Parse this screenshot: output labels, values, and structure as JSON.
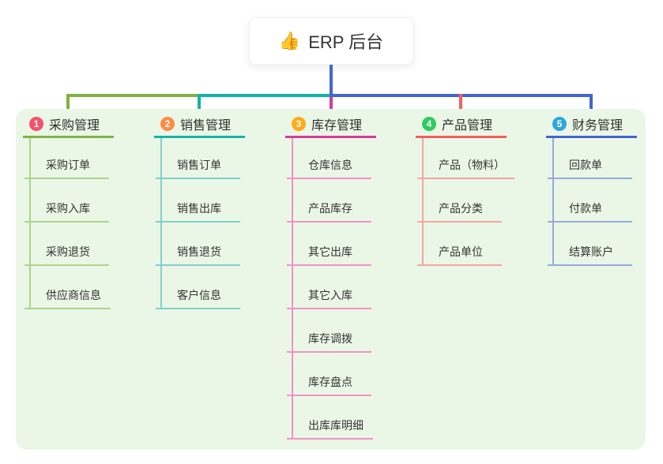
{
  "root": {
    "emoji": "👍",
    "label": "ERP 后台"
  },
  "colors": {
    "trunk": "#4465cf"
  },
  "branches": [
    {
      "num": "1",
      "label": "采购管理",
      "badge_color": "#f4516c",
      "line_color": "#7cb342",
      "light_color": "#abd489",
      "children": [
        "采购订单",
        "采购入库",
        "采购退货",
        "供应商信息"
      ]
    },
    {
      "num": "2",
      "label": "销售管理",
      "badge_color": "#fd8c47",
      "line_color": "#14b3a7",
      "light_color": "#7fd0c9",
      "children": [
        "销售订单",
        "销售出库",
        "销售退货",
        "客户信息"
      ]
    },
    {
      "num": "3",
      "label": "库存管理",
      "badge_color": "#ffab18",
      "line_color": "#d63a9b",
      "light_color": "#ef92c7",
      "children": [
        "仓库信息",
        "产品库存",
        "其它出库",
        "其它入库",
        "库存调拨",
        "库存盘点",
        "出库库明细"
      ]
    },
    {
      "num": "4",
      "label": "产品管理",
      "badge_color": "#2ecc60",
      "line_color": "#f25e5e",
      "light_color": "#f6a5a3",
      "children": [
        "产品（物料）",
        "产品分类",
        "产品单位"
      ]
    },
    {
      "num": "5",
      "label": "财务管理",
      "badge_color": "#2ea6df",
      "line_color": "#4465cf",
      "light_color": "#94aade",
      "children": [
        "回款单",
        "付款单",
        "结算账户"
      ]
    }
  ]
}
